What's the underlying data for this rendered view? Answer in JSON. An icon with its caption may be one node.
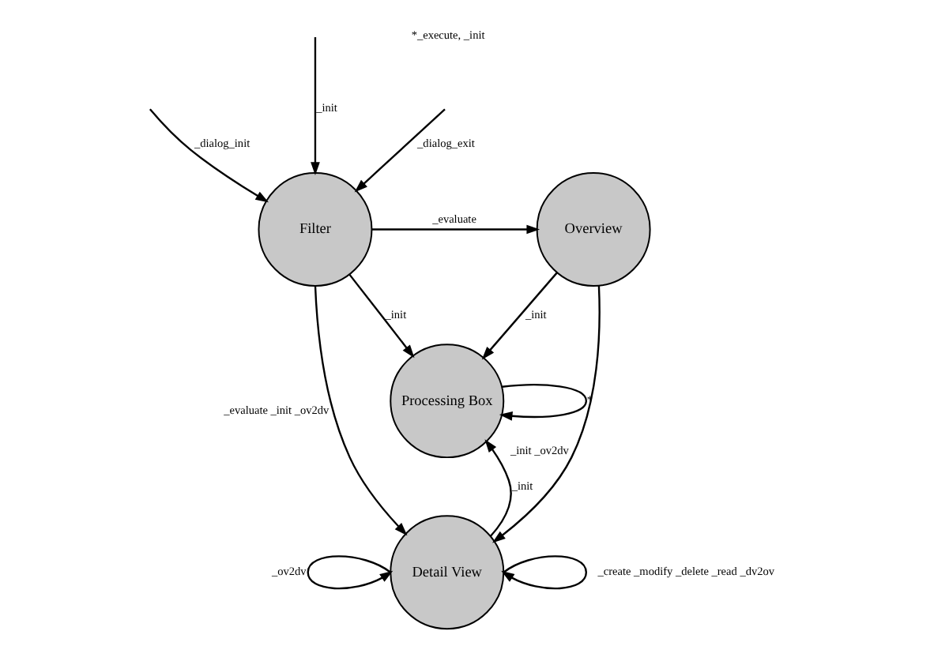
{
  "diagram": {
    "nodes": [
      {
        "text": [
          "Filter"
        ]
      },
      {
        "text": [
          "Overview"
        ]
      },
      {
        "text": [
          "Processing Box"
        ]
      },
      {
        "text": [
          "Detail View"
        ]
      }
    ],
    "edges": [
      {
        "from": null,
        "to": 0,
        "arrow": "to",
        "label": "_dialog_init"
      },
      {
        "from": null,
        "to": 0,
        "arrow": "to",
        "label": "_init"
      },
      {
        "from": null,
        "to": 0,
        "arrow": "to",
        "label": "_dialog_exit"
      },
      {
        "from": 0,
        "to": 1,
        "arrow": "to",
        "label": "_evaluate"
      },
      {
        "from": 0,
        "to": 2,
        "arrow": "to",
        "label": "_init"
      },
      {
        "from": 1,
        "to": 2,
        "arrow": "to",
        "label": "_init"
      },
      {
        "from": 2,
        "to": 2,
        "arrow": "to",
        "label": "*"
      },
      {
        "from": 0,
        "to": 3,
        "arrow": "to",
        "label": "_evaluate _init _ov2dv"
      },
      {
        "from": 3,
        "to": 2,
        "arrow": "to",
        "label": "_init"
      },
      {
        "from": 1,
        "to": 3,
        "arrow": "to",
        "label": "_init _ov2dv"
      },
      {
        "from": 3,
        "to": 3,
        "arrow": "to",
        "label": "_ov2dv"
      },
      {
        "from": 3,
        "to": 3,
        "arrow": "to",
        "label": "_create _modify _delete _read _dv2ov"
      }
    ],
    "labels": [
      "*_execute, _init"
    ]
  }
}
